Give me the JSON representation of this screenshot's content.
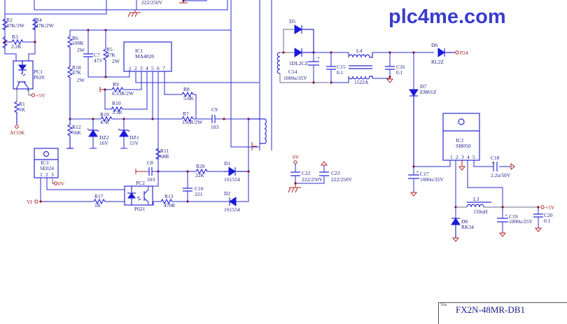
{
  "brand": {
    "text": "plc4me.com",
    "color": "#3b3bd0"
  },
  "title_block": {
    "label": "Title",
    "value": "FX2N-48MR-DB1"
  },
  "colors": {
    "wire": "#2b2bd6",
    "power_net": "#b02020",
    "junction": "#8a1010"
  },
  "components": {
    "R2": {
      "ref": "R2",
      "value": "47K/2W"
    },
    "R4": {
      "ref": "R4",
      "value": "47K/2W"
    },
    "R3": {
      "ref": "R3",
      "value": "2.2K"
    },
    "PC1": {
      "ref": "PC1",
      "value": "P620"
    },
    "R1": {
      "ref": "R1",
      "value": "1K"
    },
    "R6": {
      "ref": "R6",
      "value": "100K",
      "power": "2W"
    },
    "R18": {
      "ref": "R18",
      "value": "47K",
      "power": "2W"
    },
    "C7": {
      "ref": "C7",
      "value": "473"
    },
    "R5": {
      "ref": "R5",
      "value": "47K",
      "power": "2W"
    },
    "IC1": {
      "ref": "IC1",
      "value": "MA4820",
      "pins": [
        "1",
        "2",
        "3",
        "4",
        "5",
        "6",
        "7"
      ]
    },
    "R9": {
      "ref": "R9",
      "value": "0.33R/2W"
    },
    "R10": {
      "ref": "R10",
      "value": "3.3R"
    },
    "R8": {
      "ref": "R8",
      "value": "5.6K"
    },
    "R7": {
      "ref": "R7",
      "value": "150R/2W"
    },
    "C9": {
      "ref": "C9",
      "value": "103"
    },
    "R19": {
      "ref": "R19",
      "value": "47K"
    },
    "R12": {
      "ref": "R12",
      "value": "56K"
    },
    "DZ2": {
      "ref": "DZ2",
      "value": "16V"
    },
    "DZ1": {
      "ref": "DZ1",
      "value": "15V"
    },
    "R11": {
      "ref": "R11",
      "value": "68R"
    },
    "C8": {
      "ref": "C8",
      "value": "103"
    },
    "R20": {
      "ref": "R20",
      "value": "22K"
    },
    "D1": {
      "ref": "D1",
      "value": "1S1554"
    },
    "D2": {
      "ref": "D2",
      "value": "1S1554"
    },
    "C10": {
      "ref": "C10",
      "value": "221"
    },
    "PC2": {
      "ref": "PC2",
      "value": "P621"
    },
    "R13": {
      "ref": "R13",
      "value": "470R"
    },
    "R17": {
      "ref": "R17",
      "value": "1K"
    },
    "IC3": {
      "ref": "IC3",
      "value": "SE024",
      "pins": [
        "1",
        "2",
        "3"
      ]
    },
    "D5": {
      "ref": "D5",
      "value": "5DL2CZ"
    },
    "C14": {
      "ref": "C14",
      "value": "1000u/35V"
    },
    "C15": {
      "ref": "C15",
      "value": "0.1"
    },
    "L4": {
      "ref": "L4",
      "value": "1522A"
    },
    "C16": {
      "ref": "C16",
      "value": "0.1"
    },
    "D6": {
      "ref": "D6",
      "value": "RL2Z"
    },
    "D7": {
      "ref": "D7",
      "value": "EM01Z"
    },
    "IC2": {
      "ref": "IC2",
      "value": "SI8050",
      "pins": [
        "1",
        "2",
        "3",
        "4",
        "5"
      ]
    },
    "C17": {
      "ref": "C17",
      "value": "1000u/35V"
    },
    "C18": {
      "ref": "C18",
      "value": "2.2u/50V"
    },
    "L3": {
      "ref": "L3",
      "value": "150uH"
    },
    "D8": {
      "ref": "D8",
      "value": "RK34"
    },
    "C19": {
      "ref": "C19",
      "value": "1000u/25V"
    },
    "C20": {
      "ref": "C20",
      "value": "0.1"
    },
    "C22": {
      "ref": "C22",
      "value": "222/250V"
    },
    "C23": {
      "ref": "C23",
      "value": "222/250V"
    },
    "Ctop": {
      "value": "222/250V"
    }
  },
  "nets": {
    "plus5v_pc1": "+5V",
    "acok": "ACOK",
    "zero_v_ic3": "0V",
    "vi": "VI",
    "p24": "P24",
    "plus5v_out": "+5V",
    "zero_v_c22": "0V"
  }
}
